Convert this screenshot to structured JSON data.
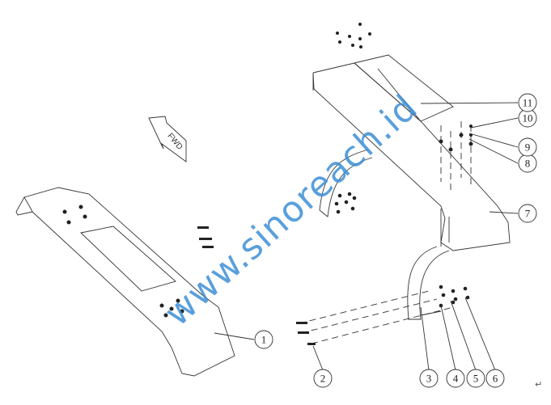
{
  "diagram": {
    "fwd_label": "FWD",
    "callouts": [
      "1",
      "2",
      "3",
      "4",
      "5",
      "6",
      "7",
      "8",
      "9",
      "10",
      "11"
    ],
    "watermark": "www.sinoreach.id",
    "return_mark": "↵",
    "colors": {
      "line": "#333333",
      "watermark": "#3d8fd6"
    }
  }
}
